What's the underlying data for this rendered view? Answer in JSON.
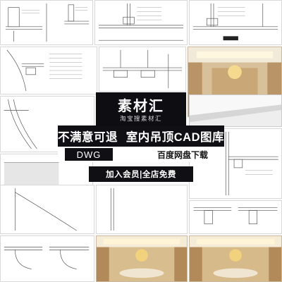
{
  "logo": {
    "main": "素材汇",
    "sub": "淘宝搜素材汇"
  },
  "banner": {
    "left": "不满意可退",
    "right": "室内吊顶CAD图库"
  },
  "format_badge": "DWG",
  "download_label": "百度网盘下载",
  "member_button": "加入会员|全店免费",
  "colors": {
    "dark": "#101014",
    "white": "#ffffff",
    "line": "#555555"
  }
}
